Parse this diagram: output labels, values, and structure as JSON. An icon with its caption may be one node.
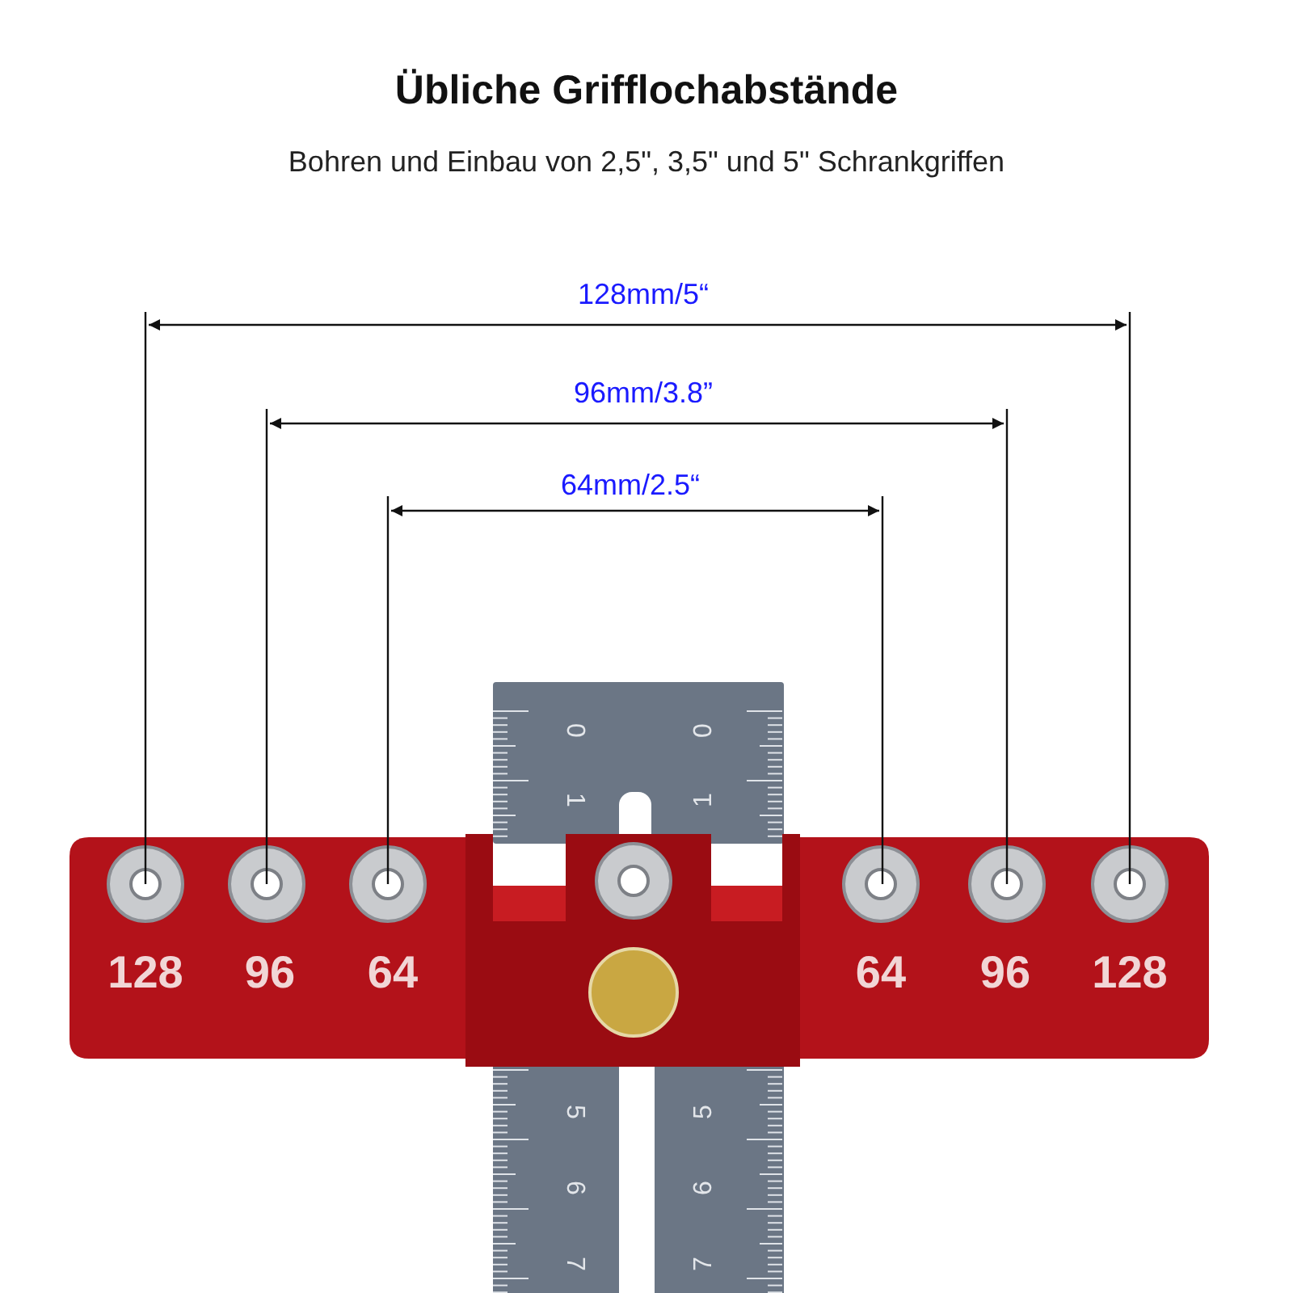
{
  "diagram": {
    "title": "Übliche Grifflochabstände",
    "caption": "Bohren und Einbau von 2,5\", 3,5\" und 5\" Schrankgriffen",
    "labels": [
      "128mm/5“",
      "96mm/3.8”",
      "64mm/2.5“",
      "0",
      "0",
      "1",
      "1",
      "128",
      "96",
      "64",
      "64",
      "96",
      "128",
      "5",
      "5",
      "6",
      "6",
      "7",
      "7"
    ]
  }
}
